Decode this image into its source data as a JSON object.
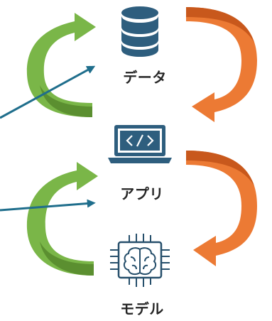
{
  "diagram": {
    "nodes": [
      {
        "id": "data",
        "label": "データ",
        "icon": "database-icon"
      },
      {
        "id": "app",
        "label": "アプリ",
        "icon": "laptop-code-icon"
      },
      {
        "id": "model",
        "label": "モデル",
        "icon": "ai-chip-brain-icon"
      }
    ],
    "colors": {
      "green_arrow": "#7ab648",
      "green_arrow_dark": "#5b8f30",
      "orange_arrow": "#ec7a34",
      "orange_arrow_dark": "#c8581c",
      "pointer_arrow": "#1f6e8c",
      "icon_fill": "#2e5e7e",
      "icon_stroke": "#264f6b",
      "label_text": "#262626"
    }
  }
}
